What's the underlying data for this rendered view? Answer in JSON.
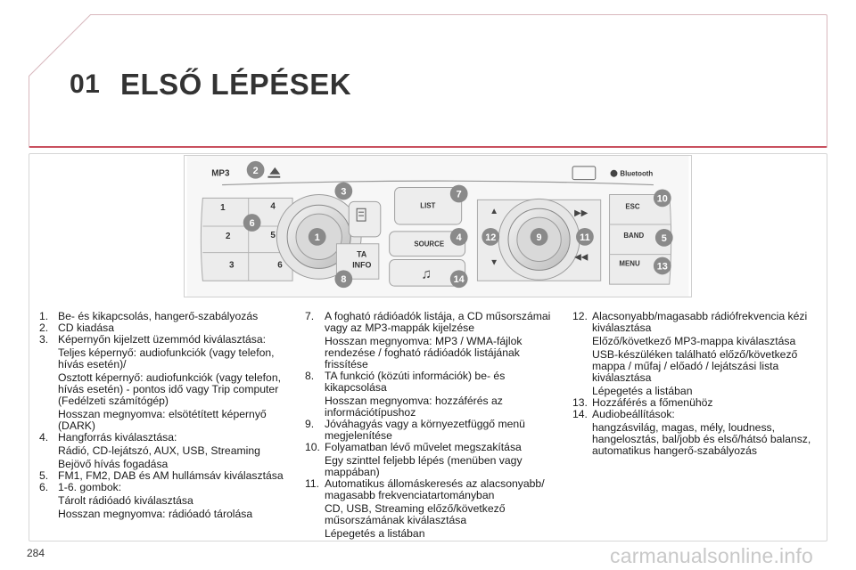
{
  "header": {
    "chapter_number": "01",
    "chapter_title": "ELSŐ LÉPÉSEK"
  },
  "figure": {
    "labels": {
      "mp3": "MP3",
      "bluetooth": "Bluetooth",
      "list": "LIST",
      "source": "SOURCE",
      "ta": "TA",
      "info": "INFO",
      "esc": "ESC",
      "band": "BAND",
      "menu": "MENU",
      "preset_1": "1",
      "preset_2": "2",
      "preset_3": "3",
      "preset_4": "4",
      "preset_5": "5",
      "preset_6": "6"
    },
    "badges": [
      "1",
      "2",
      "3",
      "4",
      "5",
      "6",
      "7",
      "8",
      "9",
      "10",
      "11",
      "12",
      "13",
      "14"
    ],
    "badge_color": "#8a8a8a"
  },
  "instructions": {
    "col1": [
      {
        "num": "1.",
        "text": "Be- és kikapcsolás, hangerő-szabályozás",
        "subs": []
      },
      {
        "num": "2.",
        "text": "CD kiadása",
        "subs": []
      },
      {
        "num": "3.",
        "text": "Képernyőn kijelzett üzemmód kiválasztása:",
        "subs": [
          "Teljes képernyő: audiofunkciók (vagy telefon, hívás esetén)/",
          "Osztott képernyő: audiofunkciók (vagy telefon, hívás esetén) - pontos idő vagy Trip computer (Fedélzeti számítógép)",
          "Hosszan megnyomva: elsötétített képernyő (DARK)"
        ]
      },
      {
        "num": "4.",
        "text": "Hangforrás kiválasztása:",
        "subs": [
          "Rádió, CD-lejátszó, AUX, USB, Streaming",
          "Bejövő hívás fogadása"
        ]
      },
      {
        "num": "5.",
        "text": "FM1, FM2, DAB és AM hullámsáv kiválasztása",
        "subs": []
      },
      {
        "num": "6.",
        "text": "1-6. gombok:",
        "subs": [
          "Tárolt rádióadó kiválasztása",
          "Hosszan megnyomva: rádióadó tárolása"
        ]
      }
    ],
    "col2": [
      {
        "num": "7.",
        "text": "A fogható rádióadók listája, a CD műsorszámai vagy az MP3-mappák kijelzése",
        "subs": [
          "Hosszan megnyomva: MP3 / WMA-fájlok rendezése / fogható rádióadók listájának frissítése"
        ]
      },
      {
        "num": "8.",
        "text": "TA funkció (közúti információk) be- és kikapcsolása",
        "subs": [
          "Hosszan megnyomva: hozzáférés az információtípushoz"
        ]
      },
      {
        "num": "9.",
        "text": "Jóváhagyás vagy a környezetfüggő menü megjelenítése",
        "subs": []
      },
      {
        "num": "10.",
        "text": "Folyamatban lévő művelet megszakítása",
        "subs": [
          "Egy szinttel feljebb lépés (menüben vagy mappában)"
        ]
      },
      {
        "num": "11.",
        "text": "Automatikus állomáskeresés az alacsonyabb/ magasabb frekvenciatartományban",
        "subs": [
          "CD, USB, Streaming előző/következő műsorszámának kiválasztása",
          "Lépegetés a listában"
        ]
      }
    ],
    "col3": [
      {
        "num": "12.",
        "text": "Alacsonyabb/magasabb rádiófrekvencia kézi kiválasztása",
        "subs": [
          "Előző/következő MP3-mappa kiválasztása",
          "USB-készüléken található előző/következő mappa / műfaj / előadó / lejátszási lista kiválasztása",
          "Lépegetés a listában"
        ]
      },
      {
        "num": "13.",
        "text": "Hozzáférés a főmenühöz",
        "subs": []
      },
      {
        "num": "14.",
        "text": "Audiobeállítások:",
        "subs": [
          "hangzásvilág, magas, mély, loudness, hangelosztás, bal/jobb és első/hátsó balansz, automatikus hangerő-szabályozás"
        ]
      }
    ]
  },
  "footer": {
    "page_number": "284",
    "watermark": "carmanualsonline.info"
  }
}
